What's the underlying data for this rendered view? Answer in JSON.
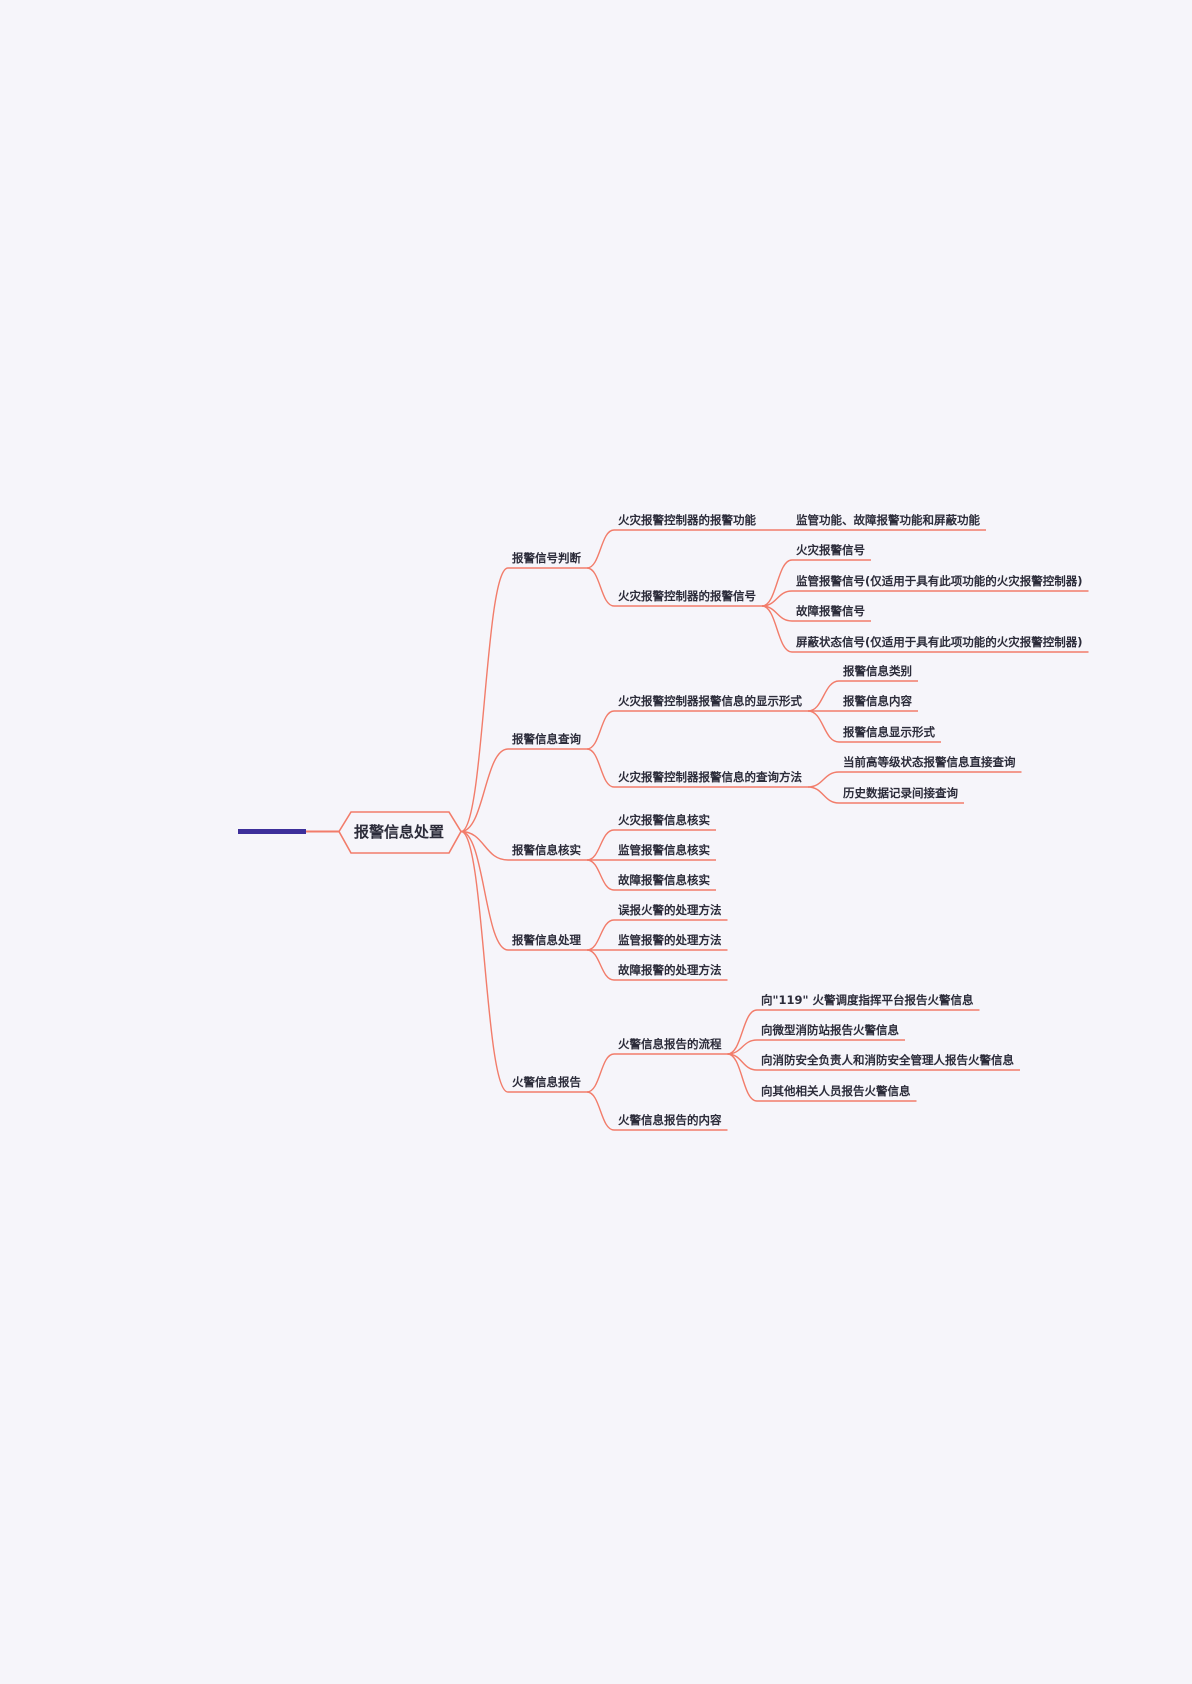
{
  "mindmap": {
    "root": "报警信息处置",
    "branches": [
      {
        "label": "报警信号判断",
        "children": [
          {
            "label": "火灾报警控制器的报警功能",
            "children": [
              "监管功能、故障报警功能和屏蔽功能"
            ]
          },
          {
            "label": "火灾报警控制器的报警信号",
            "children": [
              "火灾报警信号",
              "监管报警信号(仅适用于具有此项功能的火灾报警控制器)",
              "故障报警信号",
              "屏蔽状态信号(仅适用于具有此项功能的火灾报警控制器)"
            ]
          }
        ]
      },
      {
        "label": "报警信息查询",
        "children": [
          {
            "label": "火灾报警控制器报警信息的显示形式",
            "children": [
              "报警信息类别",
              "报警信息内容",
              "报警信息显示形式"
            ]
          },
          {
            "label": "火灾报警控制器报警信息的查询方法",
            "children": [
              "当前高等级状态报警信息直接查询",
              "历史数据记录间接查询"
            ]
          }
        ]
      },
      {
        "label": "报警信息核实",
        "children": [
          {
            "label": "火灾报警信息核实"
          },
          {
            "label": "监管报警信息核实"
          },
          {
            "label": "故障报警信息核实"
          }
        ]
      },
      {
        "label": "报警信息处理",
        "children": [
          {
            "label": "误报火警的处理方法"
          },
          {
            "label": "监管报警的处理方法"
          },
          {
            "label": "故障报警的处理方法"
          }
        ]
      },
      {
        "label": "火警信息报告",
        "children": [
          {
            "label": "火警信息报告的流程",
            "children": [
              "向\"119\" 火警调度指挥平台报告火警信息",
              "向微型消防站报告火警信息",
              "向消防安全负责人和消防安全管理人报告火警信息",
              "向其他相关人员报告火警信息"
            ]
          },
          {
            "label": "火警信息报告的内容"
          }
        ]
      }
    ]
  },
  "colors": {
    "line": "#f27c6a",
    "root_border": "#f27c6a",
    "accent_bar": "#3d2f9a",
    "text": "#2c2c3a",
    "background": "#f6f5fa"
  }
}
